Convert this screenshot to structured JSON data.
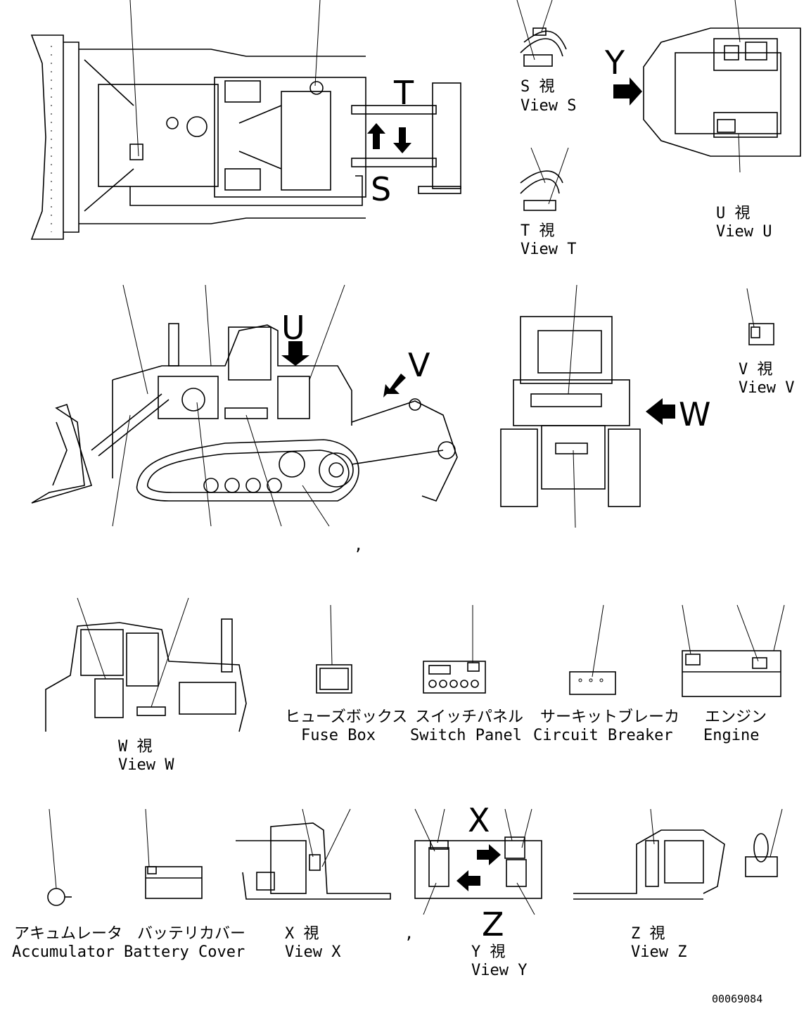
{
  "views": {
    "s": {
      "jp": "S 視",
      "en": "View S"
    },
    "t": {
      "jp": "T 視",
      "en": "View T"
    },
    "u": {
      "jp": "U 視",
      "en": "View U"
    },
    "v": {
      "jp": "V 視",
      "en": "View V"
    },
    "w": {
      "jp": "W 視",
      "en": "View W"
    },
    "x": {
      "jp": "X 視",
      "en": "View X"
    },
    "y": {
      "jp": "Y 視",
      "en": "View Y"
    },
    "z": {
      "jp": "Z 視",
      "en": "View Z"
    }
  },
  "parts": {
    "fuse_box": {
      "jp": "ヒューズボックス",
      "en": "Fuse Box"
    },
    "switch_panel": {
      "jp": "スイッチパネル",
      "en": "Switch Panel"
    },
    "circuit_breaker": {
      "jp": "サーキットブレーカ",
      "en": "Circuit Breaker"
    },
    "engine": {
      "jp": "エンジン",
      "en": "Engine"
    },
    "accumulator": {
      "jp": "アキュムレータ",
      "en": "Accumulator"
    },
    "battery_cover": {
      "jp": "バッテリカバー",
      "en": "Battery Cover"
    }
  },
  "view_letters": {
    "s": "S",
    "t": "T",
    "u": "U",
    "v": "V",
    "w": "W",
    "x": "X",
    "y": "Y",
    "z": "Z"
  },
  "comma": ",",
  "drawing_number": "00069084"
}
